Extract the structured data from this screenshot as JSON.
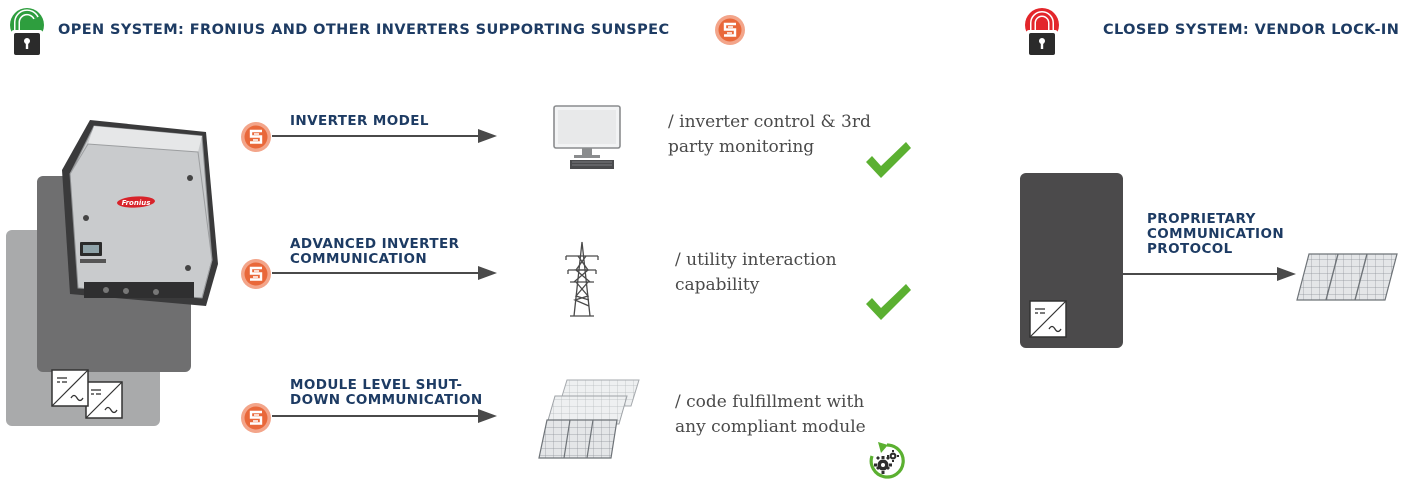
{
  "colors": {
    "heading": "#1d3b63",
    "open_lock": "#2e9e3e",
    "closed_lock": "#e3262b",
    "sunspec": "#e9683a",
    "check": "#5bb031",
    "arrow": "#4a4a4a",
    "inverter_dark": "#4b4a4b",
    "inverter_mid": "#6f6f70",
    "inverter_light": "#a9aaab"
  },
  "open_system": {
    "heading": "OPEN SYSTEM: FRONIUS AND OTHER INVERTERS SUPPORTING SUNSPEC",
    "icon": "unlocked-padlock-icon",
    "inverter_brand": "Fronius",
    "features": [
      {
        "label_lines": [
          "INVERTER MODEL"
        ],
        "target_icon": "computer-monitor-icon",
        "description_lines": [
          "/ inverter control & 3rd",
          "party monitoring"
        ],
        "status_icon": "checkmark-icon"
      },
      {
        "label_lines": [
          "ADVANCED INVERTER",
          "COMMUNICATION"
        ],
        "target_icon": "power-pylon-icon",
        "description_lines": [
          "/ utility interaction",
          "capability"
        ],
        "status_icon": "checkmark-icon"
      },
      {
        "label_lines": [
          "MODULE LEVEL SHUT-",
          "DOWN COMMUNICATION"
        ],
        "target_icon": "solar-modules-icon",
        "description_lines": [
          "/ code fulfillment with",
          "any compliant module"
        ],
        "status_icon": "gears-refresh-icon"
      }
    ]
  },
  "closed_system": {
    "heading": "CLOSED SYSTEM: VENDOR LOCK-IN",
    "icon": "locked-padlock-icon",
    "label_lines": [
      "PROPRIETARY",
      "COMMUNICATION",
      "PROTOCOL"
    ],
    "target_icon": "solar-panel-icon"
  }
}
